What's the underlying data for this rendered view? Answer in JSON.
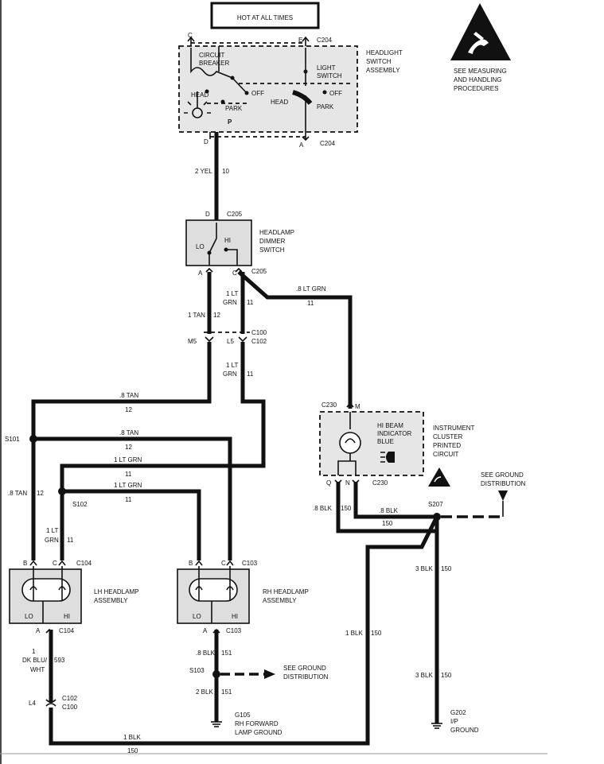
{
  "title": "HOT AT ALL TIMES",
  "esd_note": [
    "SEE MEASURING",
    "AND HANDLING",
    "PROCEDURES"
  ],
  "headlight_switch": {
    "name": [
      "HEADLIGHT",
      "SWITCH",
      "ASSEMBLY"
    ],
    "circuit_breaker": [
      "CIRCUIT",
      "BREAKER"
    ],
    "light_switch": [
      "LIGHT",
      "SWITCH"
    ],
    "pos_head": "HEAD",
    "pos_park": "PARK",
    "pos_off": "OFF",
    "p_mark": "P",
    "pins": {
      "c": "C",
      "e": "E",
      "d": "D",
      "a": "A"
    },
    "connector": "C204"
  },
  "w_2yel": {
    "size": "2 YEL",
    "circuit": "10"
  },
  "dimmer": {
    "name": [
      "HEADLAMP",
      "DIMMER",
      "SWITCH"
    ],
    "lo": "LO",
    "hi": "HI",
    "pins": {
      "d": "D",
      "a": "A",
      "c": "C"
    },
    "connector": "C205"
  },
  "w_8ltgrn_top": {
    "size": ".8 LT GRN",
    "circuit": "11"
  },
  "w_1tan": {
    "size": "1 TAN",
    "circuit": "12"
  },
  "w_1ltgrn_a": {
    "size": [
      "1 LT",
      "GRN"
    ],
    "circuit": "11"
  },
  "w_1ltgrn_b": {
    "size": [
      "1 LT",
      "GRN"
    ],
    "circuit": "11"
  },
  "c100": {
    "pin_m5": "M5",
    "pin_l5": "L5",
    "conn_a": "C100",
    "conn_b": "C102"
  },
  "w_8tan_1": {
    "size": ".8 TAN",
    "circuit": "12"
  },
  "w_8tan_2": {
    "size": ".8 TAN",
    "circuit": "12"
  },
  "w_8tan_3": {
    "size": ".8 TAN",
    "circuit": "12"
  },
  "w_1ltgrn_h1": {
    "size": "1 LT GRN",
    "circuit": "11"
  },
  "w_1ltgrn_h2": {
    "size": "1 LT GRN",
    "circuit": "11"
  },
  "w_1ltgrn_v": {
    "size": [
      "1 LT",
      "GRN"
    ],
    "circuit": "11"
  },
  "splices": {
    "s101": "S101",
    "s102": "S102",
    "s103": "S103",
    "s207": "S207"
  },
  "cluster": {
    "name": [
      "INSTRUMENT",
      "CLUSTER",
      "PRINTED",
      "CIRCUIT"
    ],
    "indicator": [
      "HI BEAM",
      "INDICATOR",
      "BLUE"
    ],
    "pins": {
      "m": "M",
      "q": "Q",
      "n": "N"
    },
    "connector": "C230"
  },
  "ground_dist_1": [
    "SEE GROUND",
    "DISTRIBUTION"
  ],
  "ground_dist_2": [
    "SEE GROUND",
    "DISTRIBUTION"
  ],
  "w_8blk_q": {
    "size": ".8 BLK",
    "circuit": "150"
  },
  "w_8blk_n": {
    "size": ".8 BLK",
    "circuit": "150"
  },
  "w_3blk_1": {
    "size": "3 BLK",
    "circuit": "150"
  },
  "w_3blk_2": {
    "size": "3 BLK",
    "circuit": "150"
  },
  "w_1blk_v": {
    "size": "1 BLK",
    "circuit": "150"
  },
  "w_1blk_h": {
    "size": "1 BLK",
    "circuit": "150"
  },
  "lh_lamp": {
    "name": [
      "LH HEADLAMP",
      "ASSEMBLY"
    ],
    "lo": "LO",
    "hi": "HI",
    "pins": {
      "b": "B",
      "c": "C",
      "a": "A"
    },
    "conn_top": "C104",
    "conn_bot": "C104"
  },
  "rh_lamp": {
    "name": [
      "RH HEADLAMP",
      "ASSEMBLY"
    ],
    "lo": "LO",
    "hi": "HI",
    "pins": {
      "b": "B",
      "c": "C",
      "a": "A"
    },
    "conn_top": "C103",
    "conn_bot": "C103"
  },
  "w_dkblu": {
    "size": [
      "1",
      "DK BLU/",
      "WHT"
    ],
    "circuit": "593"
  },
  "w_8blk_151": {
    "size": ".8 BLK",
    "circuit": "151"
  },
  "w_2blk_151": {
    "size": "2 BLK",
    "circuit": "151"
  },
  "c102": {
    "pin": "L4",
    "conn_a": "C102",
    "conn_b": "C100"
  },
  "g105": [
    "G105",
    "RH FORWARD",
    "LAMP GROUND"
  ],
  "g202": [
    "G202",
    "I/P",
    "GROUND"
  ]
}
